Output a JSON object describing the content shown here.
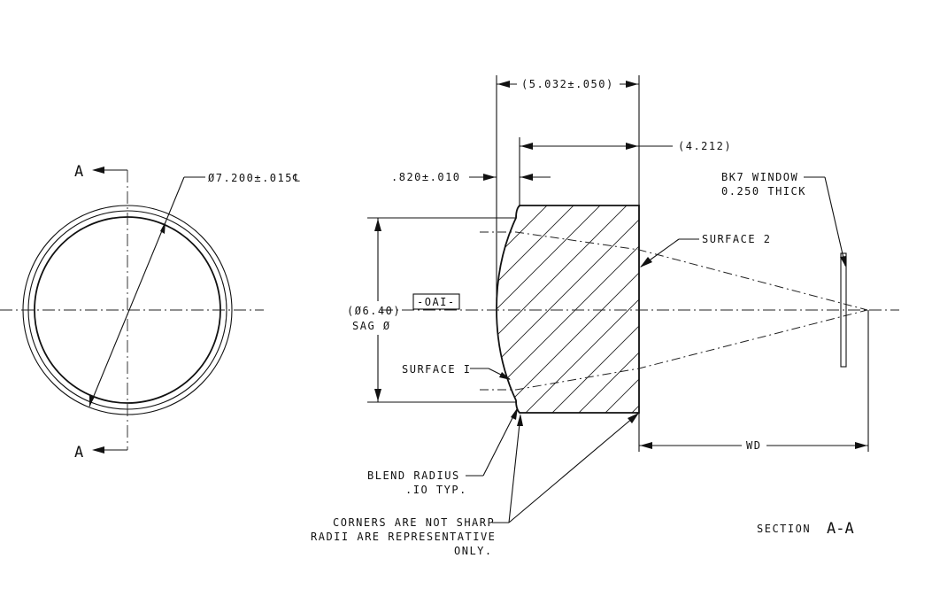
{
  "front_view": {
    "section_marker": "A",
    "diameter": "Ø7.200±.015℄"
  },
  "section_view": {
    "overall_length": "(5.032±.050)",
    "body_length": "(4.212)",
    "sag": ".820±.010",
    "clear_aperture_dia": "(Ø6.40)",
    "clear_aperture_sub": "SAG Ø",
    "datum": "-OAI-",
    "window_line1": "BK7 WINDOW",
    "window_line2": "0.250 THICK",
    "surface2": "SURFACE 2",
    "surface1": "SURFACE I",
    "working_distance": "WD",
    "blend_line1": "BLEND  RADIUS",
    "blend_line2": ".IO TYP.",
    "corners_line1": "CORNERS ARE NOT SHARP",
    "corners_line2": "RADII ARE REPRESENTATIVE",
    "corners_line3": "ONLY.",
    "section_word": "SECTION",
    "section_id": "A-A"
  }
}
